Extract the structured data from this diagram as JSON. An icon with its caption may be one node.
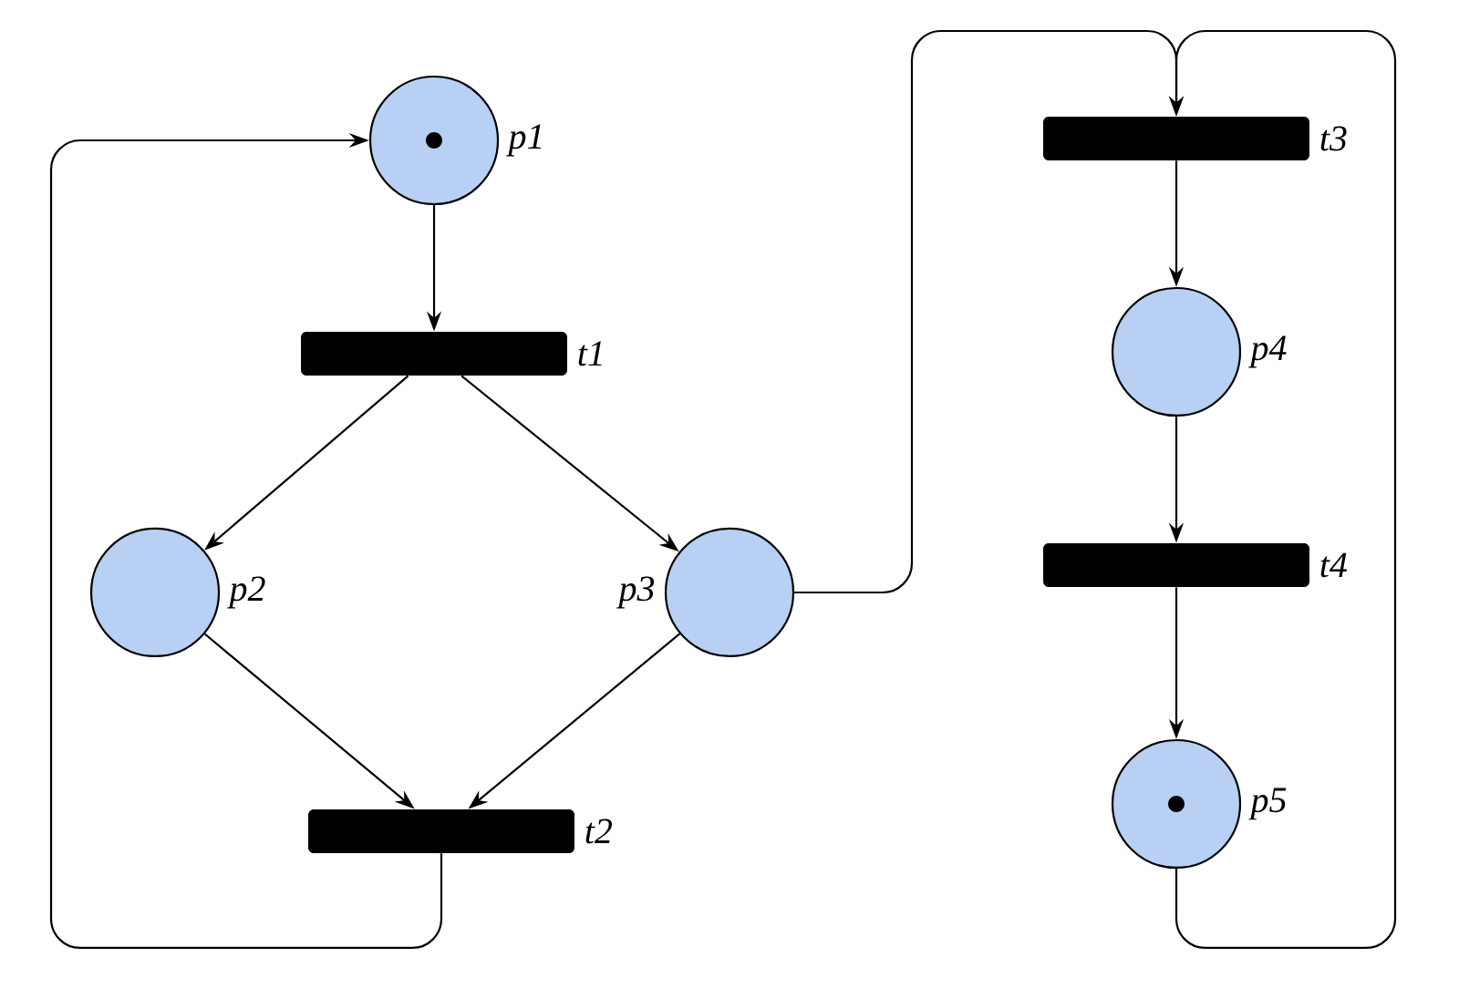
{
  "diagram": {
    "nodes": [
      {
        "text": [],
        "shape": "circle",
        "beside": [
          "p1"
        ]
      },
      {
        "text": [],
        "shape": "bar",
        "beside": [
          "t1"
        ]
      },
      {
        "text": [],
        "shape": "circle",
        "beside": [
          "p2"
        ]
      },
      {
        "text": [],
        "shape": "circle",
        "beside": [
          "p3"
        ]
      },
      {
        "text": [],
        "shape": "bar",
        "beside": [
          "t2"
        ]
      },
      {
        "text": [],
        "shape": "bar",
        "beside": [
          "t3"
        ]
      },
      {
        "text": [],
        "shape": "circle",
        "beside": [
          "p4"
        ]
      },
      {
        "text": [],
        "shape": "bar",
        "beside": [
          "t4"
        ]
      },
      {
        "text": [],
        "shape": "circle",
        "beside": [
          "p5"
        ]
      }
    ],
    "edges": [
      {
        "from": 0,
        "to": 1,
        "arrow": "to"
      },
      {
        "from": 1,
        "to": 2,
        "arrow": "to"
      },
      {
        "from": 1,
        "to": 3,
        "arrow": "to"
      },
      {
        "from": 2,
        "to": 4,
        "arrow": "to"
      },
      {
        "from": 3,
        "to": 4,
        "arrow": "to"
      },
      {
        "from": 4,
        "to": 0,
        "arrow": "to"
      },
      {
        "from": 3,
        "to": 5,
        "arrow": "to"
      },
      {
        "from": 5,
        "to": 6,
        "arrow": "to"
      },
      {
        "from": 6,
        "to": 7,
        "arrow": "to"
      },
      {
        "from": 7,
        "to": 8,
        "arrow": "to"
      },
      {
        "from": 8,
        "to": 5,
        "arrow": "to"
      }
    ]
  }
}
